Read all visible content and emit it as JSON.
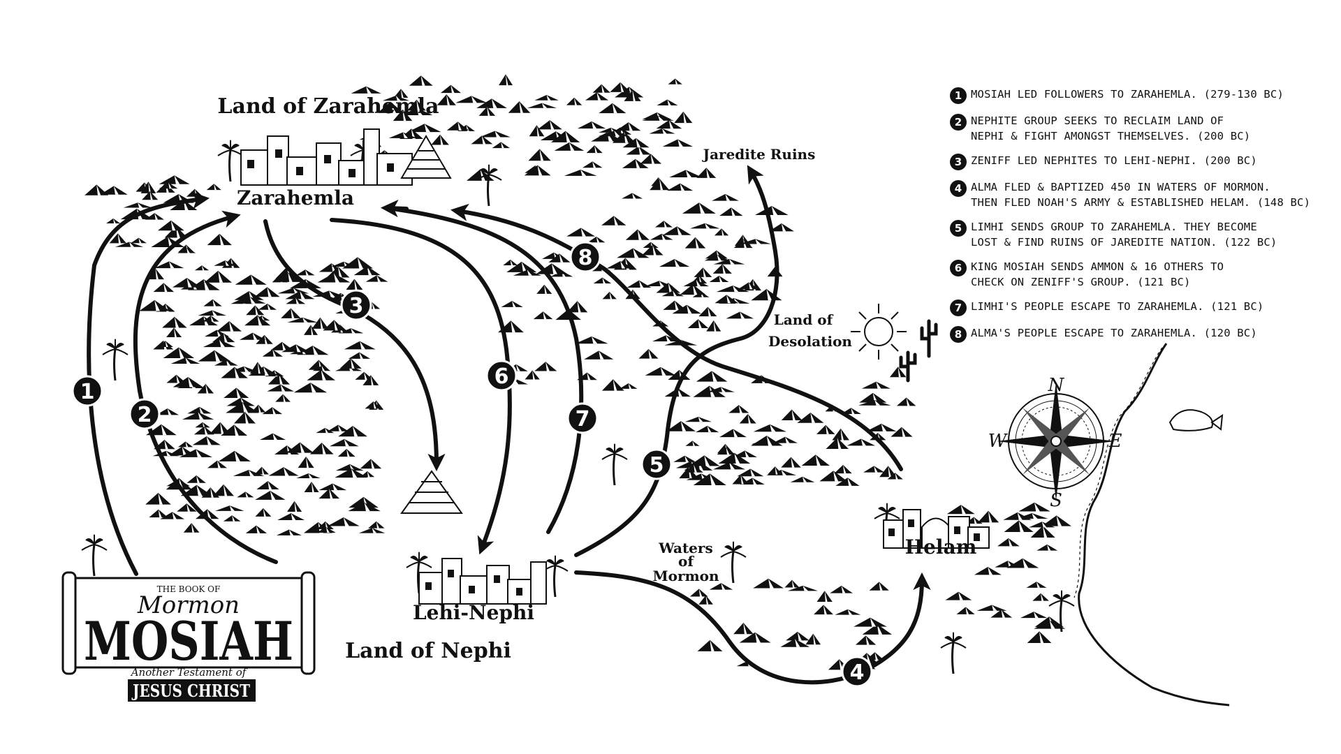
{
  "regions": {
    "zarahemla_land": "Land of Zarahemla",
    "nephi_land": "Land of Nephi",
    "desolation": "Land of Desolation"
  },
  "cities": {
    "zarahemla": "Zarahemla",
    "lehi_nephi": "Lehi-Nephi",
    "helam": "Helam",
    "jaredite_ruins": "Jaredite Ruins"
  },
  "waters_of_mormon": [
    "Waters",
    "of",
    "Mormon"
  ],
  "compass": {
    "n": "N",
    "e": "E",
    "s": "S",
    "w": "W"
  },
  "title_scroll": {
    "the_book_of": "THE BOOK OF",
    "mormon": "Mormon",
    "mosiah": "MOSIAH",
    "another": "Another Testament of",
    "jesus_christ": "JESUS CHRIST"
  },
  "routes": [
    {
      "num": "1"
    },
    {
      "num": "2"
    },
    {
      "num": "3"
    },
    {
      "num": "4"
    },
    {
      "num": "5"
    },
    {
      "num": "6"
    },
    {
      "num": "7"
    },
    {
      "num": "8"
    }
  ],
  "legend": [
    {
      "num": "1",
      "lines": [
        "Mosiah led followers to Zarahemla. (279-130 BC)"
      ]
    },
    {
      "num": "2",
      "lines": [
        "Nephite group seeks to reclaim land of",
        "Nephi & fight amongst themselves. (200 BC)"
      ]
    },
    {
      "num": "3",
      "lines": [
        "Zeniff led Nephites to Lehi-Nephi. (200 BC)"
      ]
    },
    {
      "num": "4",
      "lines": [
        "Alma fled & baptized 450 in waters of Mormon.",
        "Then fled Noah's army & established Helam. (148 BC)"
      ]
    },
    {
      "num": "5",
      "lines": [
        "Limhi sends group to Zarahemla. They become",
        "lost & find ruins of Jaredite nation. (122 BC)"
      ]
    },
    {
      "num": "6",
      "lines": [
        "King Mosiah sends Ammon & 16 others to",
        "check on Zeniff's group. (121 BC)"
      ]
    },
    {
      "num": "7",
      "lines": [
        "Limhi's people escape to Zarahemla. (121 BC)"
      ]
    },
    {
      "num": "8",
      "lines": [
        "Alma's people escape to Zarahemla. (120 BC)"
      ]
    }
  ],
  "colors": {
    "ink": "#111111",
    "paper": "#ffffff"
  }
}
